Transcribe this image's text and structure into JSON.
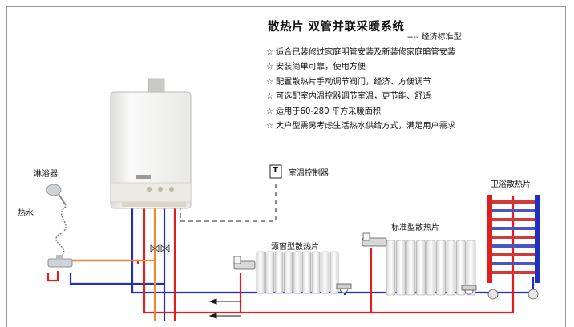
{
  "title": "散热片 双管并联采暖系统",
  "subtitle": "---- 经济标准型",
  "features": [
    "适合已装修过家庭明管安装及新装修家庭暗管安装",
    "安装简单可靠，使用方便",
    "配置散热片手动调节阀门，经济、方便调节",
    "可选配室内温控器调节室温，更节能、舒适",
    "适用于60-280 平方采暖面积",
    "大户型需另考虑生活热水供给方式，满足用户需求"
  ],
  "labels": {
    "shower": "淋浴器",
    "hot_water": "热水",
    "thermostat": "室温控制器",
    "thermostat_symbol": "T",
    "window_radiator": "漂窗型散热片",
    "standard_radiator": "标准型散热片",
    "bathroom_radiator": "卫浴散热片"
  },
  "colors": {
    "supply_pipe": "#e0201a",
    "return_pipe": "#1f2fc0",
    "hot_water_pipe": "#f08a2a",
    "boiler_body": "#f2f3f1"
  },
  "icons": {
    "feature_bullet": "star-icon"
  }
}
